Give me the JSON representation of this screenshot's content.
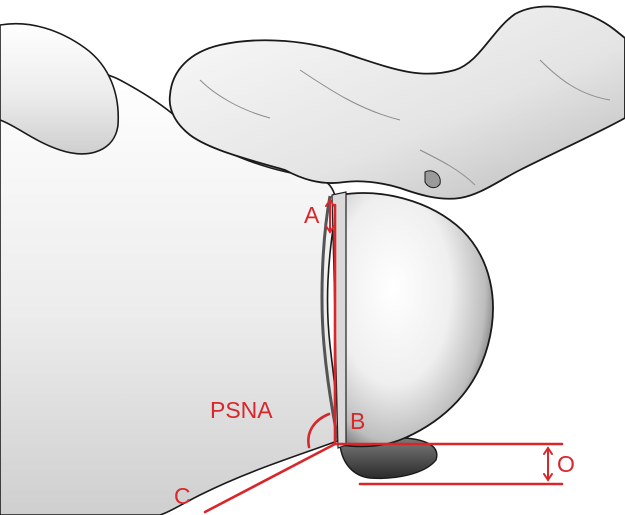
{
  "figure": {
    "labels": {
      "a": "A",
      "b": "B",
      "c": "C",
      "psna": "PSNA",
      "o": "O"
    },
    "colors": {
      "background": "#ffffff",
      "bone_fill": "#e6e6e6",
      "bone_highlight": "#f7f7f7",
      "bone_outline": "#1a1a1a",
      "bone_shadow": "#9a9a9a",
      "annotation": "#d8262b"
    }
  }
}
